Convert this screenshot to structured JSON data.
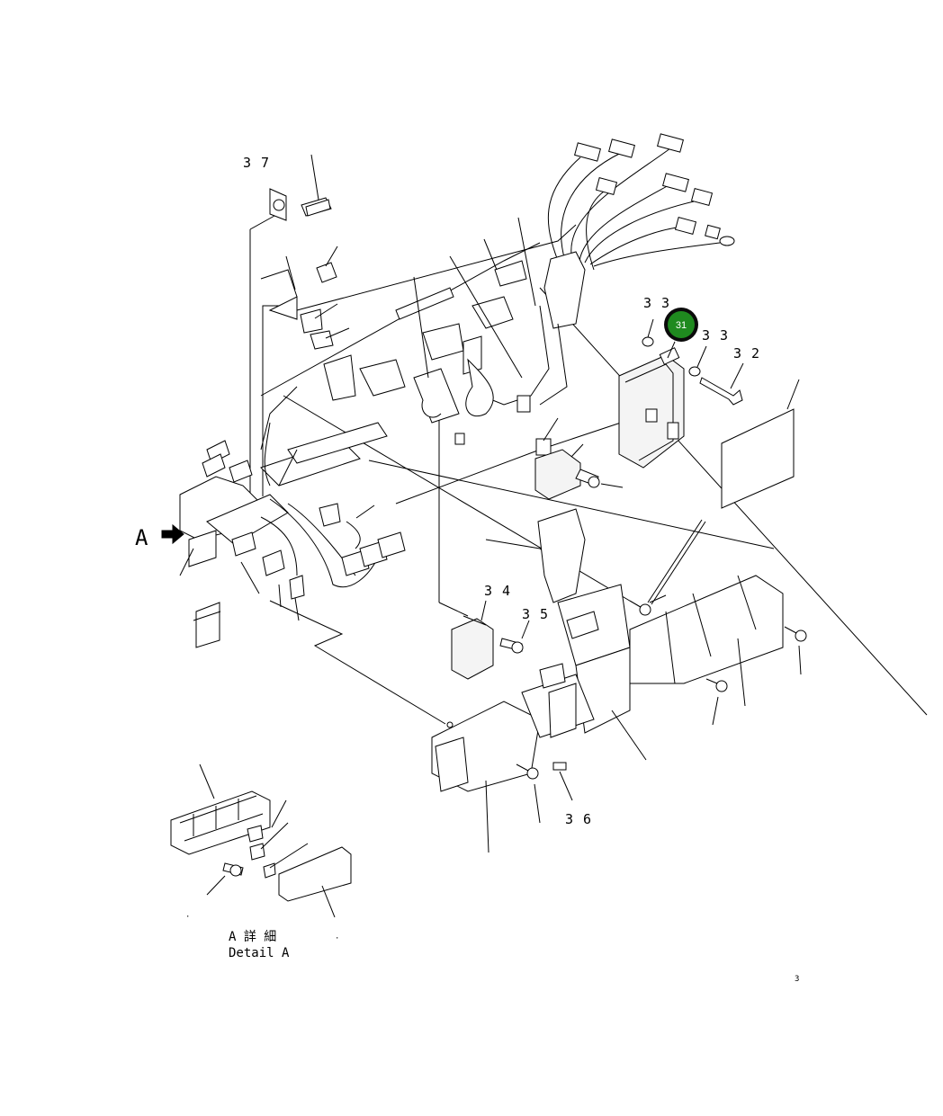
{
  "diagram": {
    "labels": {
      "l37": "3 7",
      "l33a": "3 3",
      "l33b": "3 3",
      "l32": "3 2",
      "l34": "3 4",
      "l35": "3 5",
      "l36": "3 6",
      "arrow_a": "A"
    },
    "callout": {
      "number": "31",
      "color": "#1f8a1f",
      "ring_color": "#0b0b0b"
    },
    "detail": {
      "title_jp": "A 詳 細",
      "title_en": "Detail A"
    },
    "page_number": "3"
  }
}
